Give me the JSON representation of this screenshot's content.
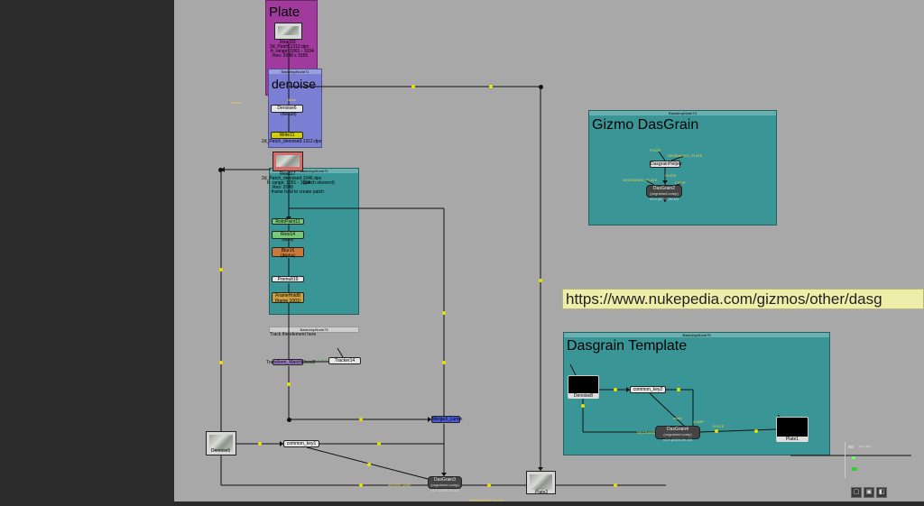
{
  "colors": {
    "canvas": "#a8a8a8",
    "plate_backdrop": "#a03a9c",
    "denoise_backdrop": "#7b7fd4",
    "teal_backdrop": "#3a9696",
    "read_node": "#d86a6a",
    "wire": "#111111",
    "yellow_dot": "#e8e000"
  },
  "backdrops": {
    "plate": {
      "title": "Plate"
    },
    "denoise": {
      "header": "BackdropNode71",
      "title": "denoise"
    },
    "patch": {
      "header": "BackdropNode72"
    },
    "track": {
      "header": "BackdropNode73",
      "note": "Track the element here"
    },
    "gizmo": {
      "header": "BackdropNode74",
      "title": "Gizmo DasGrain"
    },
    "template": {
      "header": "BackdropNode75",
      "title": "Dasgrain Template"
    }
  },
  "nodes": {
    "read33": {
      "name": "Read33",
      "file": "2d_Patch.1312.dpx",
      "range": "fr. range: 1001 - 1034",
      "res": "Res: 2048 x 1556"
    },
    "denoise6": {
      "name": "Denoise6",
      "sub": "(Result)"
    },
    "denoise_tag": "Noise",
    "write11": {
      "name": "Write11",
      "file": "2d_Patch_denoised.1312.dpx"
    },
    "read17": {
      "name": "Read17",
      "file": "2d_Patch_denoised.1046.dpx",
      "range": "fr. range: 1001 - 1034",
      "res": "Res: 2048",
      "note1": "(patch element)",
      "note2": "frame hold to create patch"
    },
    "rotopaint11": {
      "name": "RotoPaint11"
    },
    "roto14": {
      "name": "Roto14",
      "sub": "(Alpha)"
    },
    "blur16": {
      "name": "Blur16",
      "sub": "(Alpha)"
    },
    "premult19": {
      "name": "Premult19"
    },
    "framehold": {
      "name": "FrameHold8",
      "sub": "(frame 1001)"
    },
    "transform": {
      "name": "Transform_MatchMove8"
    },
    "tracker14": {
      "name": "Tracker14"
    },
    "merge_blue": {
      "name": "Merge3_Lumin"
    },
    "denoise5": {
      "name": "Denoise5"
    },
    "keymix": {
      "name": "common_key1"
    },
    "dasgrain": {
      "name": "DasGrain3",
      "sub": "(ungrained comp)",
      "ver": "v1.0 (2020-09-12)"
    },
    "plate_out": {
      "name": "Plate2"
    },
    "left_label": "source",
    "bottom_left_label": "denoise_grain",
    "bottom_label": "DEGRAINED_PLATE"
  },
  "gizmo": {
    "plate_label": "PLATE",
    "degrained_label": "DEGRAINED_PLATE",
    "helper": "DasgrainHelper",
    "dasgrain_name": "DasGrain2",
    "dasgrain_sub": "(ungrained comp)",
    "dasgrain_ver": "v1.0 (2020-09-12)",
    "comp_label": "COMP",
    "label_a": "DEGRAINED_PLATE"
  },
  "template": {
    "denoise": {
      "name": "Denoise8"
    },
    "keymix": {
      "name": "common_key2"
    },
    "dasgrain": {
      "name": "DasGrain4",
      "sub": "(ungrained comp)",
      "ver": "v1.0 (2020-09-12)"
    },
    "plate": {
      "name": "Plate1"
    },
    "mask_label": "mask",
    "plate_label": "PLATE",
    "degrained_label": "DEGRAINED_PLATE",
    "comp_label": "COMP"
  },
  "url": "https://www.nukepedia.com/gizmos/other/dasg",
  "minimap": {
    "label": "pro dev"
  }
}
